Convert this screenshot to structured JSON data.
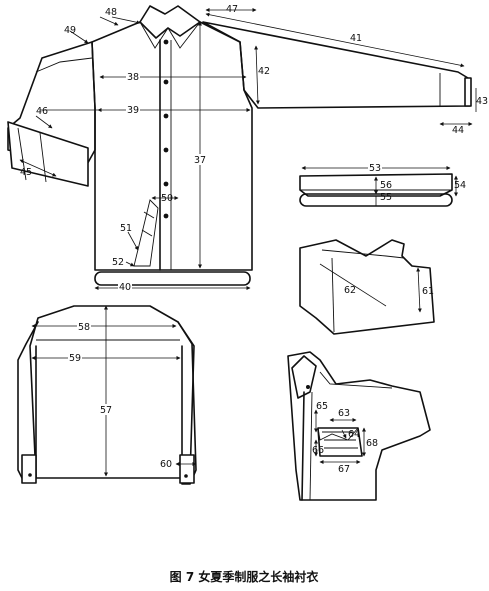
{
  "caption": "图 7   女夏季制服之长袖衬衣",
  "labels": {
    "m38": "38",
    "m39": "39",
    "m37": "37",
    "m40": "40",
    "m41": "41",
    "m42": "42",
    "m43": "43",
    "m44": "44",
    "m45": "45",
    "m46": "46",
    "m47": "47",
    "m48": "48",
    "m49": "49",
    "m50": "50",
    "m51": "51",
    "m52": "52",
    "m53": "53",
    "m54": "54",
    "m55": "55",
    "m56": "56",
    "m57": "57",
    "m58": "58",
    "m59": "59",
    "m60": "60",
    "m61": "61",
    "m62": "62",
    "m63": "63",
    "m64": "64",
    "m65": "65",
    "m66": "66",
    "m67": "67",
    "m68": "68"
  }
}
